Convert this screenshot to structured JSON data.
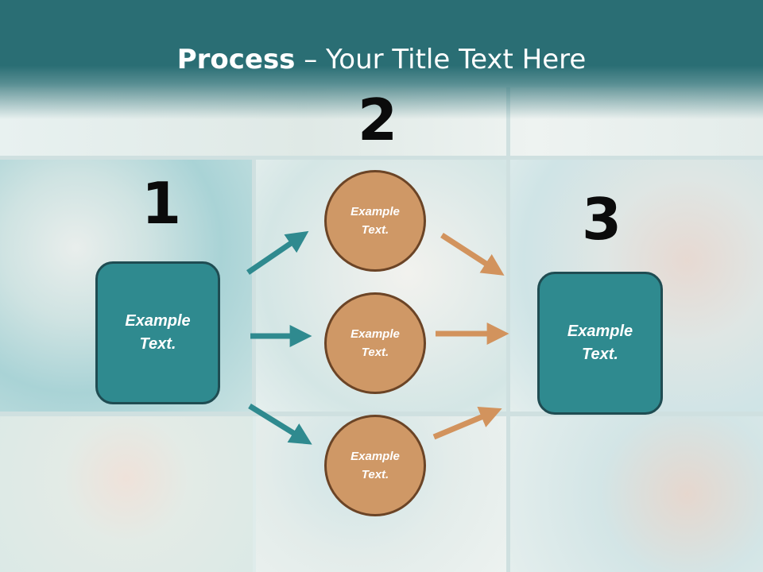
{
  "slide": {
    "title_bold": "Process",
    "title_rest": " – Your Title Text Here"
  },
  "steps": {
    "one": "1",
    "two": "2",
    "three": "3"
  },
  "left_box": {
    "text_line1": "Example",
    "text_line2": "Text."
  },
  "right_box": {
    "text_line1": "Example",
    "text_line2": "Text."
  },
  "circles": [
    {
      "line1": "Example",
      "line2": "Text."
    },
    {
      "line1": "Example",
      "line2": "Text."
    },
    {
      "line1": "Example",
      "line2": "Text."
    }
  ],
  "colors": {
    "header_teal": "#2a6e74",
    "box_teal": "#2f8a8f",
    "circle_orange": "#cf9866",
    "arrow_teal": "#2f8a8f",
    "arrow_orange": "#d2935d"
  }
}
